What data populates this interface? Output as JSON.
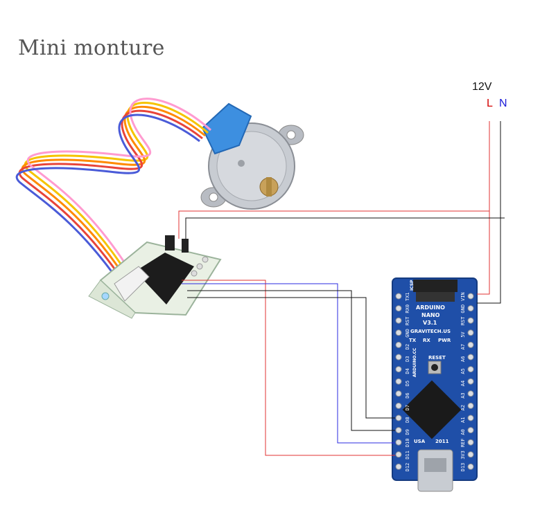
{
  "title": "Mini monture",
  "supply": {
    "voltage": "12V",
    "live": "L",
    "neutral": "N"
  },
  "colors": {
    "live_wire": "#e03030",
    "neutral_wire": "#111111",
    "signal_blue": "#2a2ae0",
    "signal_black": "#111111",
    "signal_red": "#e03030",
    "label_live": "#d40000",
    "label_neutral": "#1a1ad8",
    "board_blue": "#1f4fa8",
    "driver_green": "#e9f0e4",
    "motor_body": "#c8ccd2",
    "motor_cap": "#3d8fe0"
  },
  "components": {
    "motor": {
      "icon": "stepper-motor-icon"
    },
    "driver": {
      "icon": "uln2003-driver-board-icon"
    },
    "arduino": {
      "icon": "arduino-nano-board-icon",
      "line1": "ARDUINO",
      "line2": "NANO",
      "line3": "V3.1",
      "maker": "GRAVITECH.US",
      "led_tx": "TX",
      "led_rx": "RX",
      "led_pwr": "PWR",
      "reset": "RESET",
      "usa": "USA",
      "year": "2011",
      "icsp": "ICSP",
      "site": "ARDUINO.CC",
      "left_pins": [
        "TX1",
        "RX0",
        "RST",
        "GND",
        "D2",
        "D3",
        "D4",
        "D5",
        "D6",
        "D7",
        "D8",
        "D9",
        "D10",
        "D11",
        "D12"
      ],
      "right_pins": [
        "VIN",
        "GND",
        "RST",
        "5V",
        "A7",
        "A6",
        "A5",
        "A4",
        "A3",
        "A2",
        "A1",
        "A0",
        "REF",
        "3V3",
        "D13"
      ]
    }
  }
}
